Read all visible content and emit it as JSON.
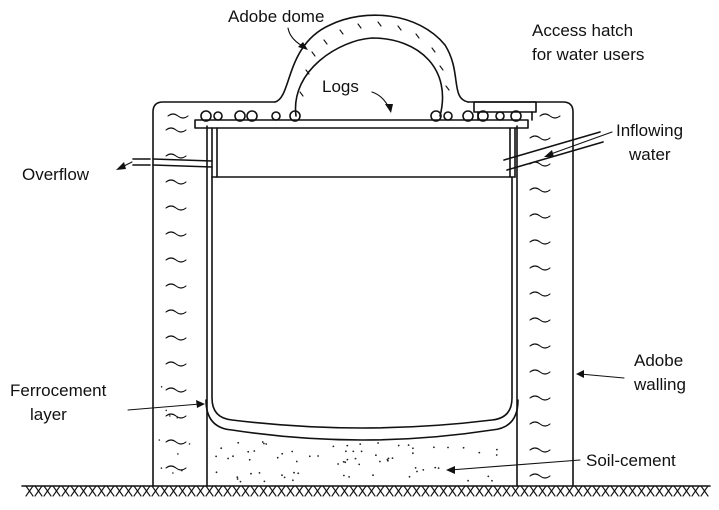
{
  "labels": {
    "adobe_dome": "Adobe dome",
    "access_hatch_line1": "Access hatch",
    "access_hatch_line2": "for water users",
    "logs": "Logs",
    "inflowing_line1": "Inflowing",
    "inflowing_line2": "water",
    "overflow": "Overflow",
    "adobe_walling_line1": "Adobe",
    "adobe_walling_line2": "walling",
    "ferrocement_line1": "Ferrocement",
    "ferrocement_line2": "layer",
    "soil_cement": "Soil-cement"
  }
}
